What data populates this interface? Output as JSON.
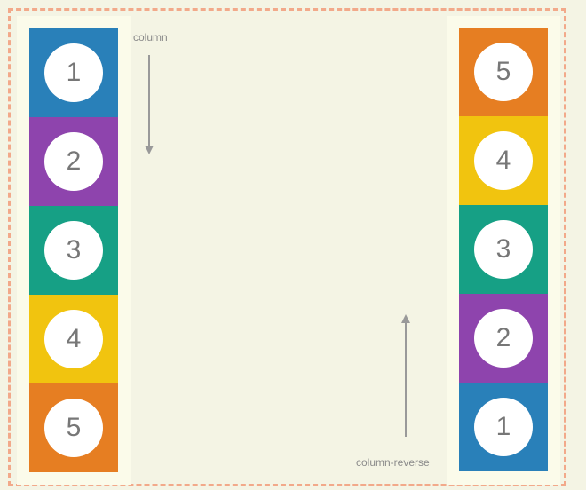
{
  "labels": {
    "column": "column",
    "column_reverse": "column-reverse"
  },
  "items": [
    {
      "num": "1",
      "color": "#2980b9"
    },
    {
      "num": "2",
      "color": "#8e44ad"
    },
    {
      "num": "3",
      "color": "#16a085"
    },
    {
      "num": "4",
      "color": "#f1c40f"
    },
    {
      "num": "5",
      "color": "#e67e22"
    }
  ],
  "colors": {
    "frame_border": "#f2a98a",
    "background": "#f4f4e4",
    "container": "#fbfbea",
    "arrow": "#999999"
  }
}
